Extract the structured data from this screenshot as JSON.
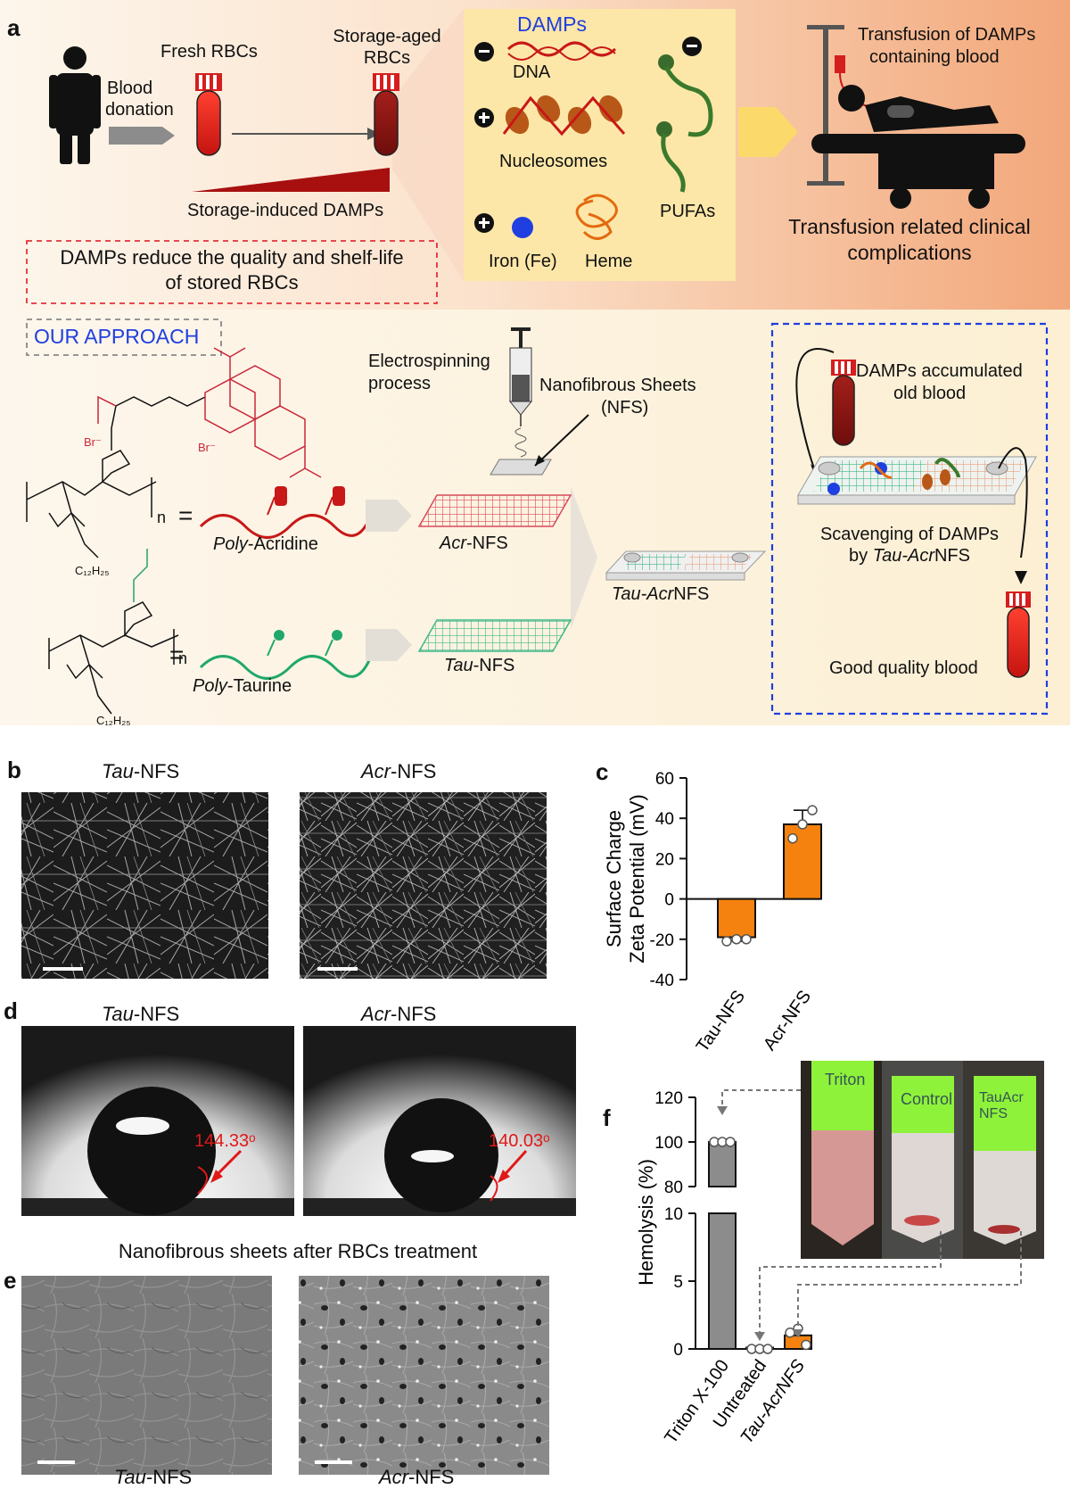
{
  "panels": {
    "a": "a",
    "b": "b",
    "c": "c",
    "d": "d",
    "e": "e",
    "f": "f"
  },
  "a": {
    "blood": "Blood",
    "donation": "donation",
    "fresh": "Fresh RBCs",
    "aged1": "Storage-aged",
    "aged2": "RBCs",
    "storage_damps": "Storage-induced DAMPs",
    "damps_title": "DAMPs",
    "dna": "DNA",
    "nucleosomes": "Nucleosomes",
    "pufas": "PUFAs",
    "iron": "Iron (Fe)",
    "heme": "Heme",
    "transfusion1": "Transfusion of DAMPs",
    "transfusion2": "containing blood",
    "complications1": "Transfusion related clinical",
    "complications2": "complications",
    "reduce1": "DAMPs reduce the quality and shelf-life",
    "reduce2": "of stored RBCs",
    "approach": "OUR APPROACH",
    "electro1": "Electrospinning",
    "electro2": "process",
    "nfs1": "Nanofibrous Sheets",
    "nfs2": "(NFS)",
    "poly_acr_it": "Poly",
    "poly_acr": "-Acridine",
    "poly_tau_it": "Poly",
    "poly_tau": "-Taurine",
    "acr_nfs_it": "Acr",
    "acr_nfs": "-NFS",
    "tau_nfs_it": "Tau",
    "tau_nfs": "-NFS",
    "tauacr_it": "Tau-Acr",
    "tauacr": "NFS",
    "old1": "DAMPs accumulated",
    "old2": "old blood",
    "scav1": "Scavenging of DAMPs",
    "scav2": "by ",
    "scav2_it": "Tau-Acr",
    "scav2_end": "NFS",
    "good": "Good quality blood",
    "eq": "=",
    "n": "n",
    "c12": "C₁₂H₂₅",
    "br": "Br⁻",
    "minus": "−",
    "plus": "+"
  },
  "b": {
    "tau_it": "Tau",
    "tau": "-NFS",
    "acr_it": "Acr",
    "acr": "-NFS"
  },
  "d": {
    "tau_it": "Tau",
    "tau": "-NFS",
    "acr_it": "Acr",
    "acr": "-NFS",
    "angle_tau": "144.33ᵒ",
    "angle_acr": "140.03ᵒ"
  },
  "e": {
    "title": "Nanofibrous sheets after RBCs treatment",
    "tau_it": "Tau",
    "tau": "-NFS",
    "acr_it": "Acr",
    "acr": "-NFS"
  },
  "f": {
    "label_triton": "Triton",
    "label_control": "Control",
    "label_tau": "TauAcr NFS"
  },
  "chart_data": [
    {
      "type": "bar",
      "ylabel": "Surface Charge\nZeta Potential (mV)",
      "categories": [
        "Tau-NFS",
        "Acr-NFS"
      ],
      "values": [
        -19,
        37
      ],
      "errors": [
        2,
        7
      ],
      "points": [
        [
          -21,
          -20,
          -20
        ],
        [
          30,
          37,
          44
        ]
      ],
      "ylim": [
        -40,
        60
      ],
      "yticks": [
        "-40",
        "-20",
        "0",
        "20",
        "40",
        "60"
      ],
      "bar_color": "#f5820f"
    },
    {
      "type": "bar",
      "ylabel": "Hemolysis (%)",
      "categories": [
        "Triton X-100",
        "Untreated",
        "Tau-AcrNFS"
      ],
      "values": [
        100,
        0.1,
        1
      ],
      "points": [
        [
          100,
          100,
          100
        ],
        [
          0,
          0,
          0
        ],
        [
          1.2,
          1.5,
          0.3
        ]
      ],
      "ylim": [
        0,
        120
      ],
      "axis_break": [
        10,
        80
      ],
      "yticks": [
        "0",
        "5",
        "10",
        "80",
        "100",
        "120"
      ],
      "bar_colors": [
        "#8c8c8c",
        "#8c8c8c",
        "#f5820f"
      ]
    }
  ]
}
